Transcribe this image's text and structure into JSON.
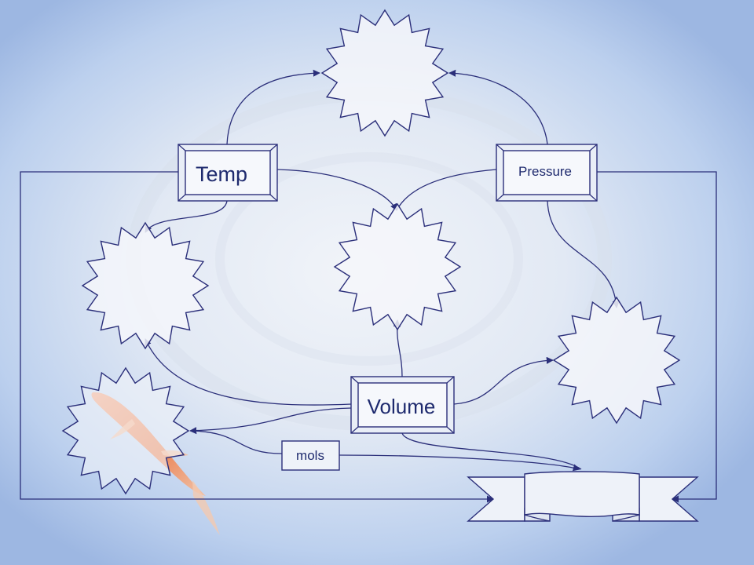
{
  "diagram": {
    "colors": {
      "stroke": "#2b2f7a",
      "shape_fill": "#f4f6fa",
      "box_fill": "#e9eef7",
      "box_inner_fill": "#f6f8fc",
      "bg_outer": "#a9c0e6",
      "bg_center": "#eef2f8",
      "fish_body": "#f08a5a",
      "fish_fin": "#f5b08a"
    },
    "nodes": {
      "temp": {
        "label": "Temp"
      },
      "pressure": {
        "label": "Pressure"
      },
      "volume": {
        "label": "Volume"
      },
      "mols": {
        "label": "mols"
      }
    },
    "starbursts": [
      "top",
      "center",
      "left",
      "right",
      "bottom-left"
    ],
    "banner_icon": "ribbon-banner",
    "decoration_icon": "koi-fish"
  }
}
